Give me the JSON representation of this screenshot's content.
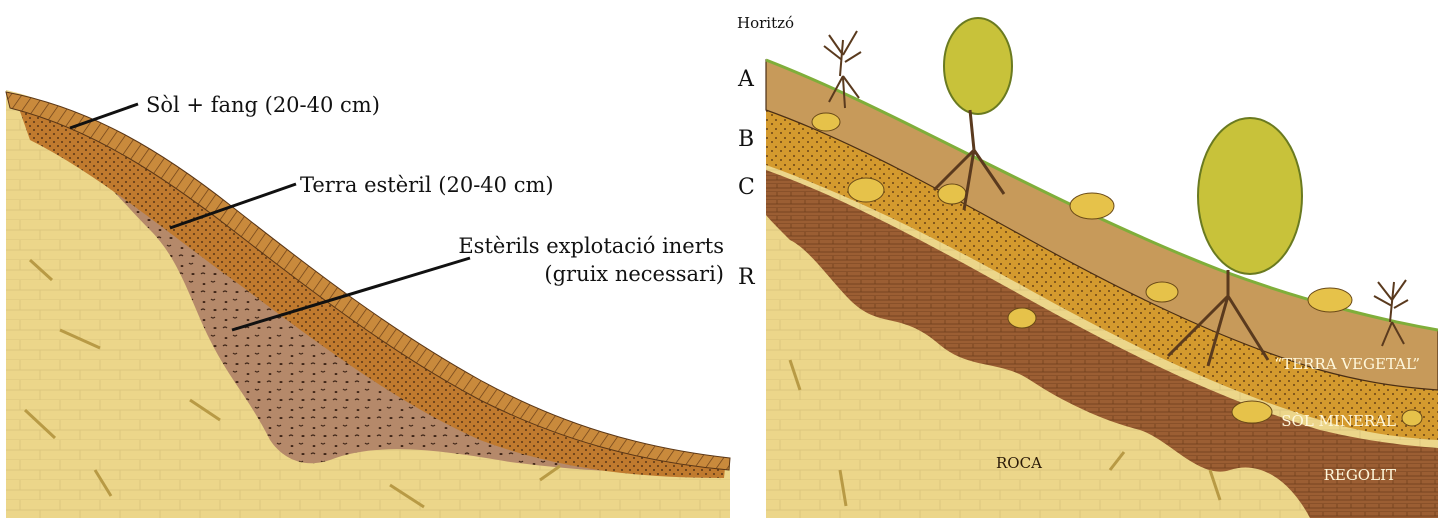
{
  "left_panel": {
    "labels": {
      "soil": "Sòl + fang (20-40 cm)",
      "sterile_earth": "Terra estèril (20-40 cm)",
      "inert_line1": "Estèrils explotació inerts",
      "inert_line2": "(gruix necessari)"
    }
  },
  "right_panel": {
    "horizon_title": "Horitzó",
    "horizons": [
      "A",
      "B",
      "C",
      "R"
    ],
    "layer_labels": {
      "vegetal": "“TERRA VEGETAL”",
      "mineral": "SÒL MINERAL",
      "regolit": "REGOLIT",
      "roca": "ROCA"
    }
  },
  "colors": {
    "rock": "#ecd68a",
    "rock_dark": "#d9bc5c",
    "topsoil": "#c98a3c",
    "sterile": "#b9772f",
    "inert": "#b5896a",
    "regolith": "#9b5e33",
    "mineral": "#d49a2e",
    "vegetal": "#c79a5a",
    "tree": "#c8c23a",
    "trunk": "#5a3a1e"
  }
}
